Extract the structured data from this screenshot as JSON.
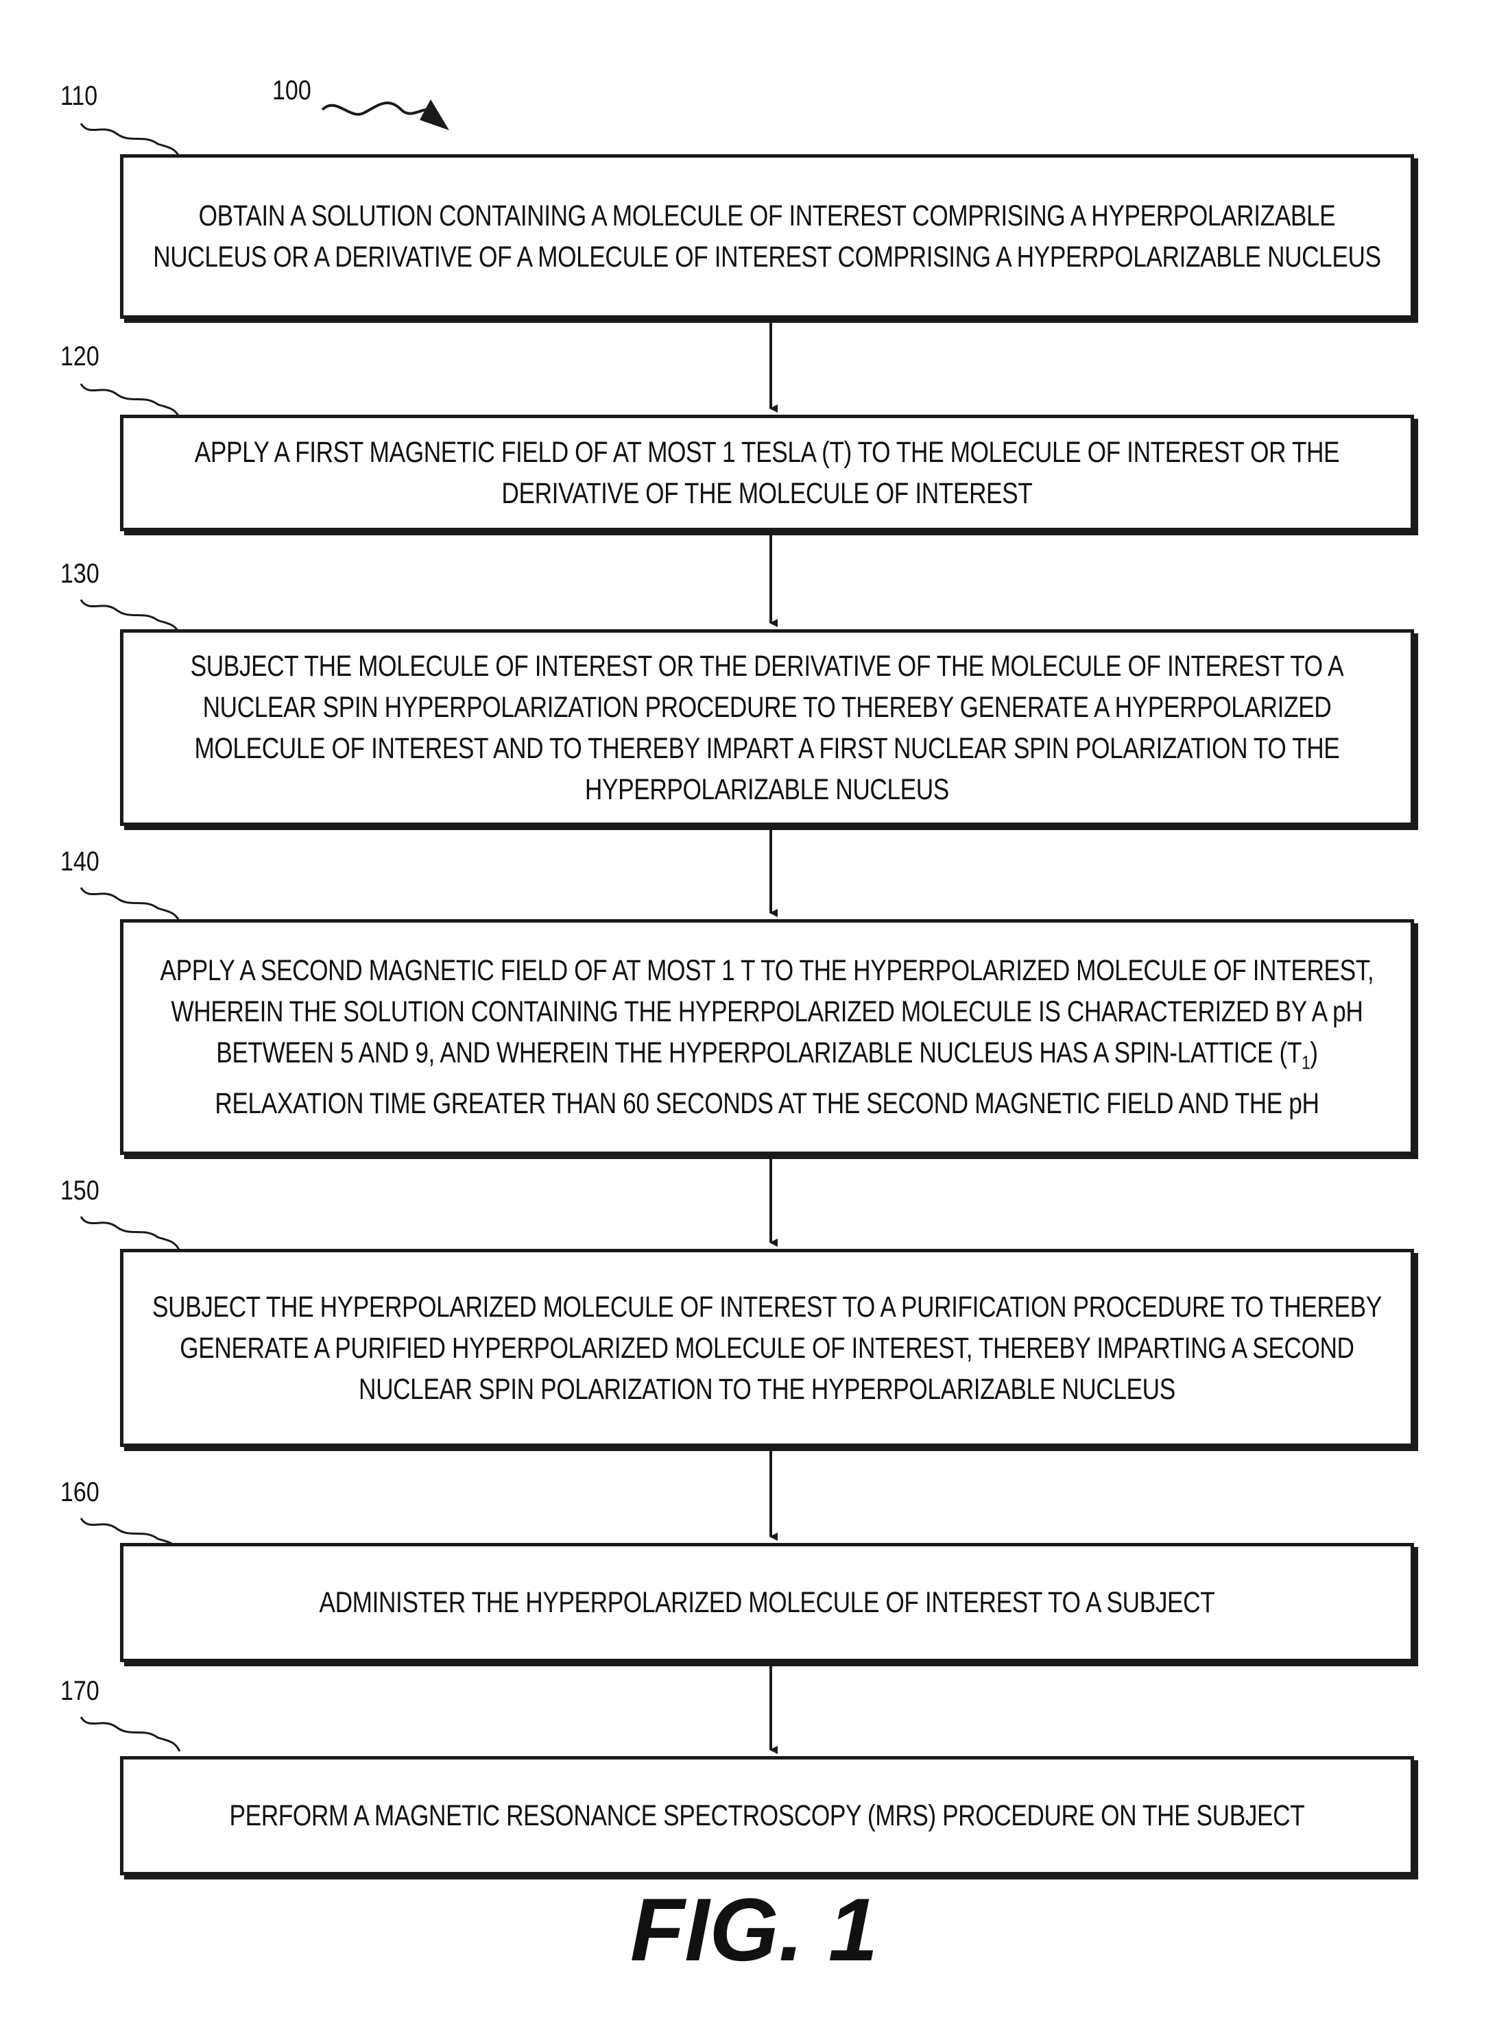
{
  "figure": {
    "label": "FIG. 1",
    "reference": "100"
  },
  "steps": [
    {
      "ref": "110",
      "text": "OBTAIN A SOLUTION CONTAINING A MOLECULE OF INTEREST COMPRISING A HYPERPOLARIZABLE NUCLEUS OR A DERIVATIVE OF A MOLECULE OF INTEREST COMPRISING A HYPERPOLARIZABLE NUCLEUS"
    },
    {
      "ref": "120",
      "text": "APPLY A FIRST MAGNETIC FIELD OF AT MOST 1 TESLA (T) TO THE MOLECULE OF INTEREST OR THE DERIVATIVE OF THE MOLECULE OF INTEREST"
    },
    {
      "ref": "130",
      "text": "SUBJECT THE MOLECULE OF INTEREST OR THE DERIVATIVE OF THE MOLECULE OF INTEREST TO A NUCLEAR SPIN HYPERPOLARIZATION PROCEDURE TO THEREBY GENERATE A HYPERPOLARIZED MOLECULE OF INTEREST AND TO THEREBY IMPART A FIRST NUCLEAR SPIN POLARIZATION TO THE HYPERPOLARIZABLE NUCLEUS"
    },
    {
      "ref": "140",
      "text_before": "APPLY A SECOND MAGNETIC FIELD OF AT MOST 1 T TO THE HYPERPOLARIZED MOLECULE OF INTEREST, WHEREIN THE SOLUTION CONTAINING THE HYPERPOLARIZED MOLECULE IS CHARACTERIZED BY A pH BETWEEN 5 AND 9, AND WHEREIN THE HYPERPOLARIZABLE NUCLEUS HAS A SPIN-LATTICE (T",
      "subscript": "1",
      "text_after": ") RELAXATION TIME GREATER THAN 60 SECONDS AT THE SECOND MAGNETIC FIELD AND THE pH"
    },
    {
      "ref": "150",
      "text": "SUBJECT THE HYPERPOLARIZED MOLECULE OF INTEREST TO A PURIFICATION PROCEDURE TO THEREBY GENERATE A PURIFIED HYPERPOLARIZED MOLECULE OF INTEREST, THEREBY IMPARTING A SECOND NUCLEAR SPIN POLARIZATION TO THE HYPERPOLARIZABLE NUCLEUS"
    },
    {
      "ref": "160",
      "text": "ADMINISTER THE HYPERPOLARIZED MOLECULE OF INTEREST TO A SUBJECT"
    },
    {
      "ref": "170",
      "text": "PERFORM A MAGNETIC RESONANCE SPECTROSCOPY (MRS) PROCEDURE ON THE SUBJECT"
    }
  ]
}
